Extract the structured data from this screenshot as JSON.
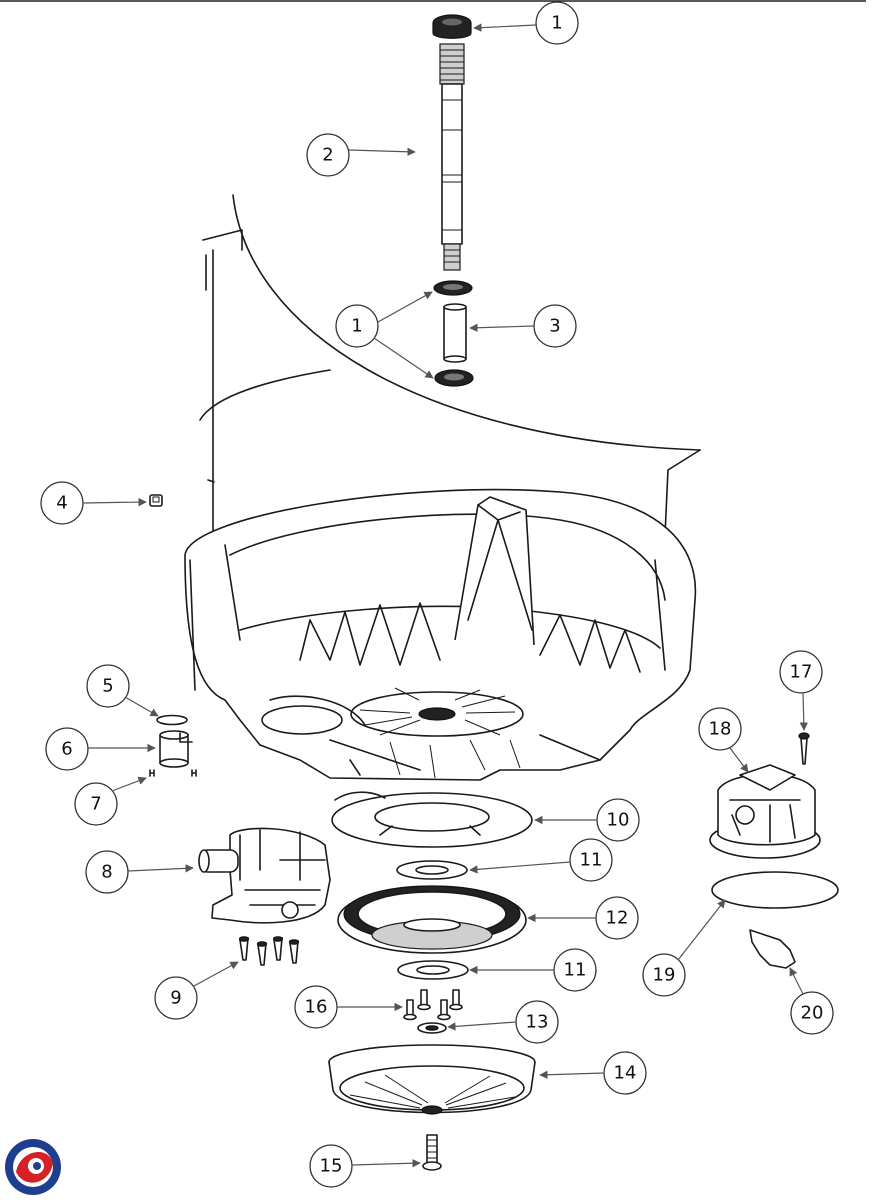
{
  "callouts": [
    {
      "id": "c1a",
      "label": "1"
    },
    {
      "id": "c2",
      "label": "2"
    },
    {
      "id": "c1b",
      "label": "1"
    },
    {
      "id": "c3",
      "label": "3"
    },
    {
      "id": "c4",
      "label": "4"
    },
    {
      "id": "c5",
      "label": "5"
    },
    {
      "id": "c6",
      "label": "6"
    },
    {
      "id": "c7",
      "label": "7"
    },
    {
      "id": "c8",
      "label": "8"
    },
    {
      "id": "c9",
      "label": "9"
    },
    {
      "id": "c10",
      "label": "10"
    },
    {
      "id": "c11a",
      "label": "11"
    },
    {
      "id": "c12",
      "label": "12"
    },
    {
      "id": "c11b",
      "label": "11"
    },
    {
      "id": "c13",
      "label": "13"
    },
    {
      "id": "c14",
      "label": "14"
    },
    {
      "id": "c15",
      "label": "15"
    },
    {
      "id": "c16",
      "label": "16"
    },
    {
      "id": "c17",
      "label": "17"
    },
    {
      "id": "c18",
      "label": "18"
    },
    {
      "id": "c19",
      "label": "19"
    },
    {
      "id": "c20",
      "label": "20"
    }
  ],
  "colors": {
    "logo_blue": "#1e3f8f",
    "logo_red": "#d42027"
  }
}
